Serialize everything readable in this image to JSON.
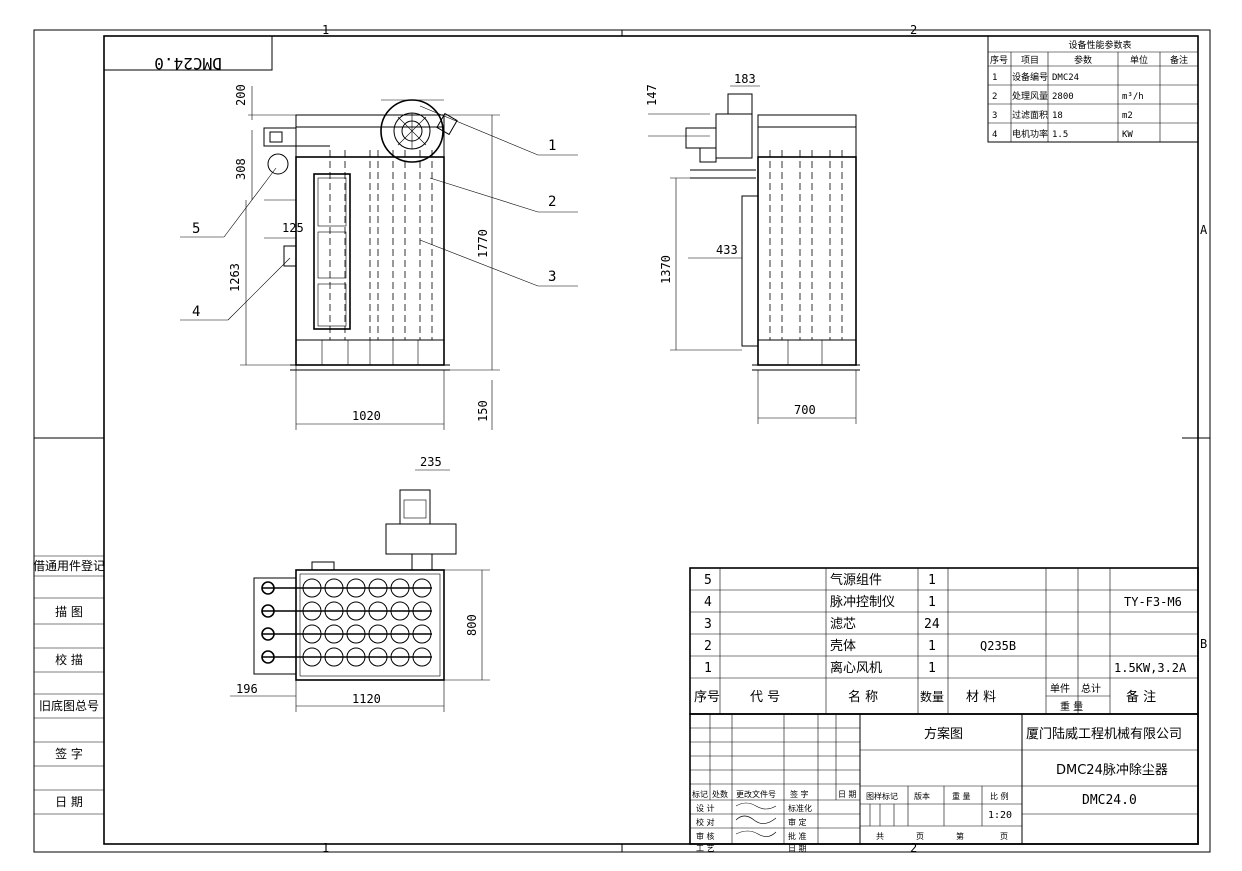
{
  "border": {
    "zone_top_1": "1",
    "zone_top_2": "2",
    "zone_bottom_1": "1",
    "zone_bottom_2": "2",
    "zone_right_a": "A",
    "zone_right_b": "B"
  },
  "drawing_no_box": "DMC24.0",
  "front_view": {
    "dims": {
      "h200": "200",
      "h308": "308",
      "h125": "125",
      "h1263": "1263",
      "h1770": "1770",
      "w1020": "1020",
      "h150": "150"
    },
    "callouts": [
      "1",
      "2",
      "3",
      "4",
      "5"
    ]
  },
  "side_view": {
    "dims": {
      "w183": "183",
      "h147": "147",
      "w433": "433",
      "h1370": "1370",
      "w700": "700"
    }
  },
  "top_view": {
    "dims": {
      "w235": "235",
      "h800": "800",
      "w196": "196",
      "w1120": "1120"
    }
  },
  "params_table": {
    "title": "设备性能参数表",
    "headers": [
      "序号",
      "项目",
      "参数",
      "单位",
      "备注"
    ],
    "rows": [
      [
        "1",
        "设备编号",
        "DMC24",
        "",
        ""
      ],
      [
        "2",
        "处理风量",
        "2800",
        "m³/h",
        ""
      ],
      [
        "3",
        "过滤面积",
        "18",
        "m2",
        ""
      ],
      [
        "4",
        "电机功率",
        "1.5",
        "KW",
        ""
      ]
    ]
  },
  "bom": {
    "rows": [
      {
        "no": "5",
        "code": "",
        "name": "气源组件",
        "qty": "1",
        "material": "",
        "remark": ""
      },
      {
        "no": "4",
        "code": "",
        "name": "脉冲控制仪",
        "qty": "1",
        "material": "",
        "remark": "TY-F3-M6"
      },
      {
        "no": "3",
        "code": "",
        "name": "滤芯",
        "qty": "24",
        "material": "",
        "remark": ""
      },
      {
        "no": "2",
        "code": "",
        "name": "壳体",
        "qty": "1",
        "material": "Q235B",
        "remark": ""
      },
      {
        "no": "1",
        "code": "",
        "name": "离心风机",
        "qty": "1",
        "material": "",
        "remark": "1.5KW,3.2A"
      }
    ],
    "header": {
      "no": "序号",
      "code": "代  号",
      "name": "名  称",
      "qty": "数量",
      "material": "材   料",
      "unit": "单件",
      "total": "总计",
      "weight": "重  量",
      "remark": "备  注"
    }
  },
  "title_block": {
    "scheme": "方案图",
    "company": "厦门陆威工程机械有限公司",
    "product": "DMC24脉冲除尘器",
    "drawing_no": "DMC24.0",
    "scale_value": "1:20",
    "labels": {
      "mark": "标记",
      "count": "处数",
      "change_doc": "更改文件号",
      "sign": "签 字",
      "date": "日 期",
      "design": "设 计",
      "check": "校 对",
      "review": "审 核",
      "process": "工 艺",
      "standard": "标准化",
      "audit": "审 定",
      "approve": "批 准",
      "date2": "日 期",
      "stage": "图样标记",
      "version": "版本",
      "weight": "重 量",
      "scale": "比 例",
      "total_sheets": "共",
      "sheet": "页",
      "no": "第",
      "sheet2": "页"
    }
  },
  "side_labels": {
    "reg": "借通用件登记",
    "trace": "描  图",
    "trace_check": "校  描",
    "old_no": "旧底图总号",
    "signature": "签  字",
    "date": "日  期"
  }
}
